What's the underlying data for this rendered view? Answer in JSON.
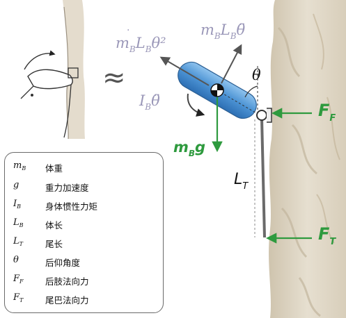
{
  "labels": {
    "centripetal": {
      "sym": "m",
      "sub1": "B",
      "mid": "L",
      "sub2": "B",
      "tail": "θ²"
    },
    "tangential": {
      "sym": "m",
      "sub1": "B",
      "mid": "L",
      "sub2": "B",
      "tail": "θ̈"
    },
    "angle": "θ",
    "inertia": {
      "sym": "I",
      "sub": "B",
      "tail": "θ̈"
    },
    "gravity": {
      "sym": "m",
      "sub": "B",
      "tail": "g"
    },
    "tail_length": {
      "sym": "L",
      "sub": "T"
    },
    "foot_force": {
      "sym": "F",
      "sub": "F"
    },
    "tail_force": {
      "sym": "F",
      "sub": "T"
    },
    "approx": "≈"
  },
  "legend": [
    {
      "sym": "m",
      "sub": "B",
      "text": "体重"
    },
    {
      "sym": "g",
      "sub": "",
      "text": "重力加速度"
    },
    {
      "sym": "I",
      "sub": "B",
      "text": "身体惯性力矩"
    },
    {
      "sym": "L",
      "sub": "B",
      "text": "体长"
    },
    {
      "sym": "L",
      "sub": "T",
      "text": "尾长"
    },
    {
      "sym": "θ",
      "sub": "",
      "text": "后仰角度"
    },
    {
      "sym": "F",
      "sub": "F",
      "text": "后肢法向力"
    },
    {
      "sym": "F",
      "sub": "T",
      "text": "尾巴法向力"
    }
  ],
  "colors": {
    "purple_label": "#9a97b8",
    "green": "#2e9a3e",
    "body_blue": "#4a8fd0",
    "wall": "#dcd3c2",
    "gray_arrow": "#5a5a5a"
  }
}
